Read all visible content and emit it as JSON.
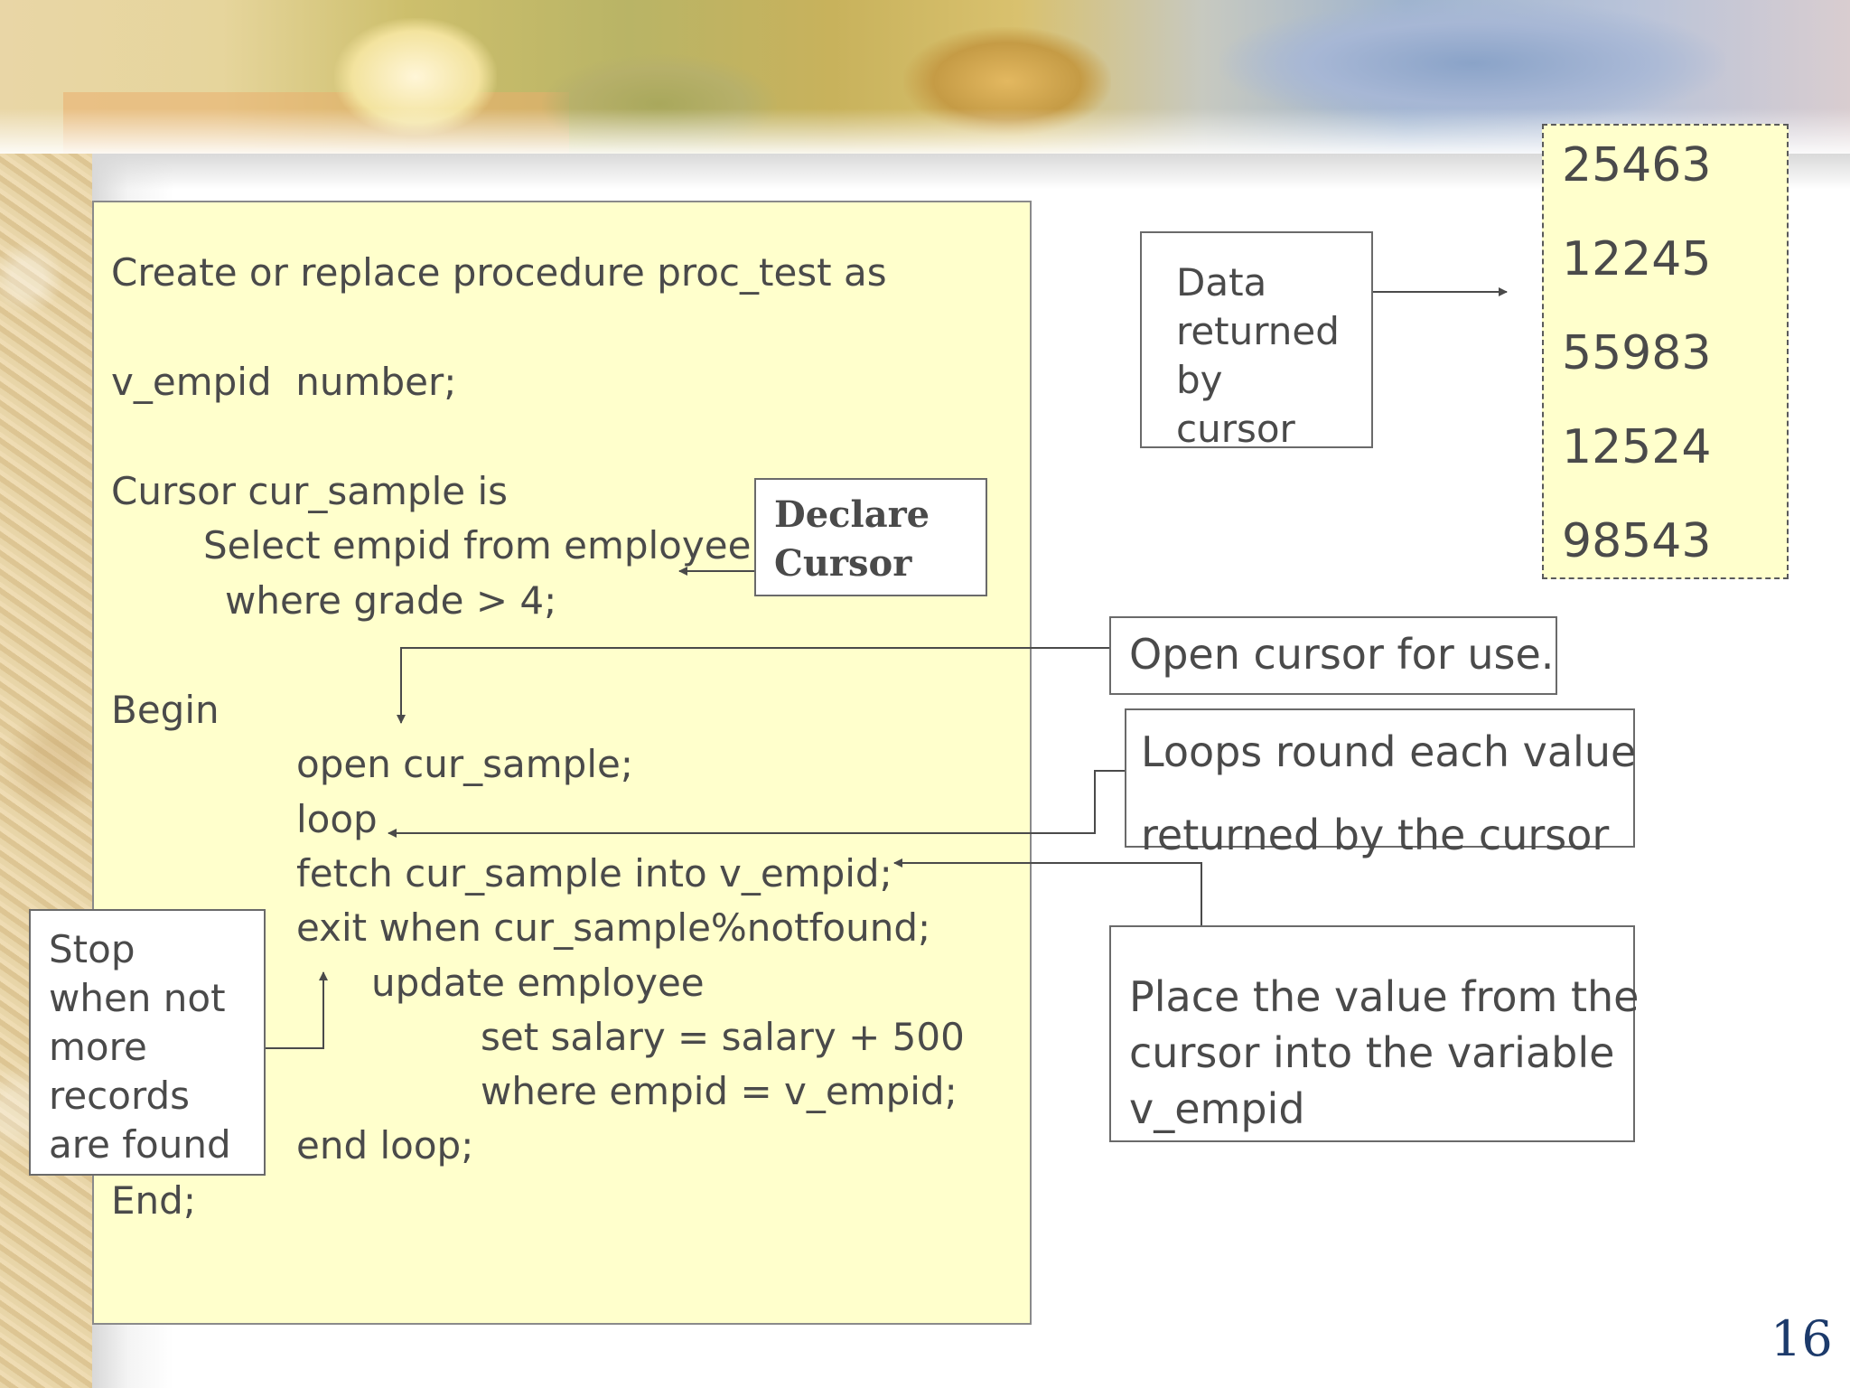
{
  "slide": {
    "page_number": "16"
  },
  "code": {
    "lines": [
      "Create or replace procedure proc_test as",
      "v_empid  number;",
      "Cursor cur_sample is",
      "Select empid from employee",
      "where grade > 4;",
      "Begin",
      "open cur_sample;",
      "loop",
      "fetch cur_sample into v_empid;",
      "exit when cur_sample%notfound;",
      "update employee",
      "set salary = salary + 500",
      "where empid = v_empid;",
      "end loop;",
      "End;"
    ]
  },
  "annotations": {
    "declare_cursor": [
      "Declare",
      "Cursor"
    ],
    "data_returned": [
      "Data",
      "returned",
      "by",
      "cursor"
    ],
    "open_cursor": "Open cursor for use.",
    "loops_round": [
      "Loops round each value",
      "returned by the cursor"
    ],
    "place_value": [
      "Place the value from the",
      "cursor into the variable",
      "v_empid"
    ],
    "stop_when": [
      "Stop",
      "when not",
      "more",
      "records",
      "are found"
    ]
  },
  "cursor_values": [
    "25463",
    "12245",
    "55983",
    "12524",
    "98543"
  ]
}
